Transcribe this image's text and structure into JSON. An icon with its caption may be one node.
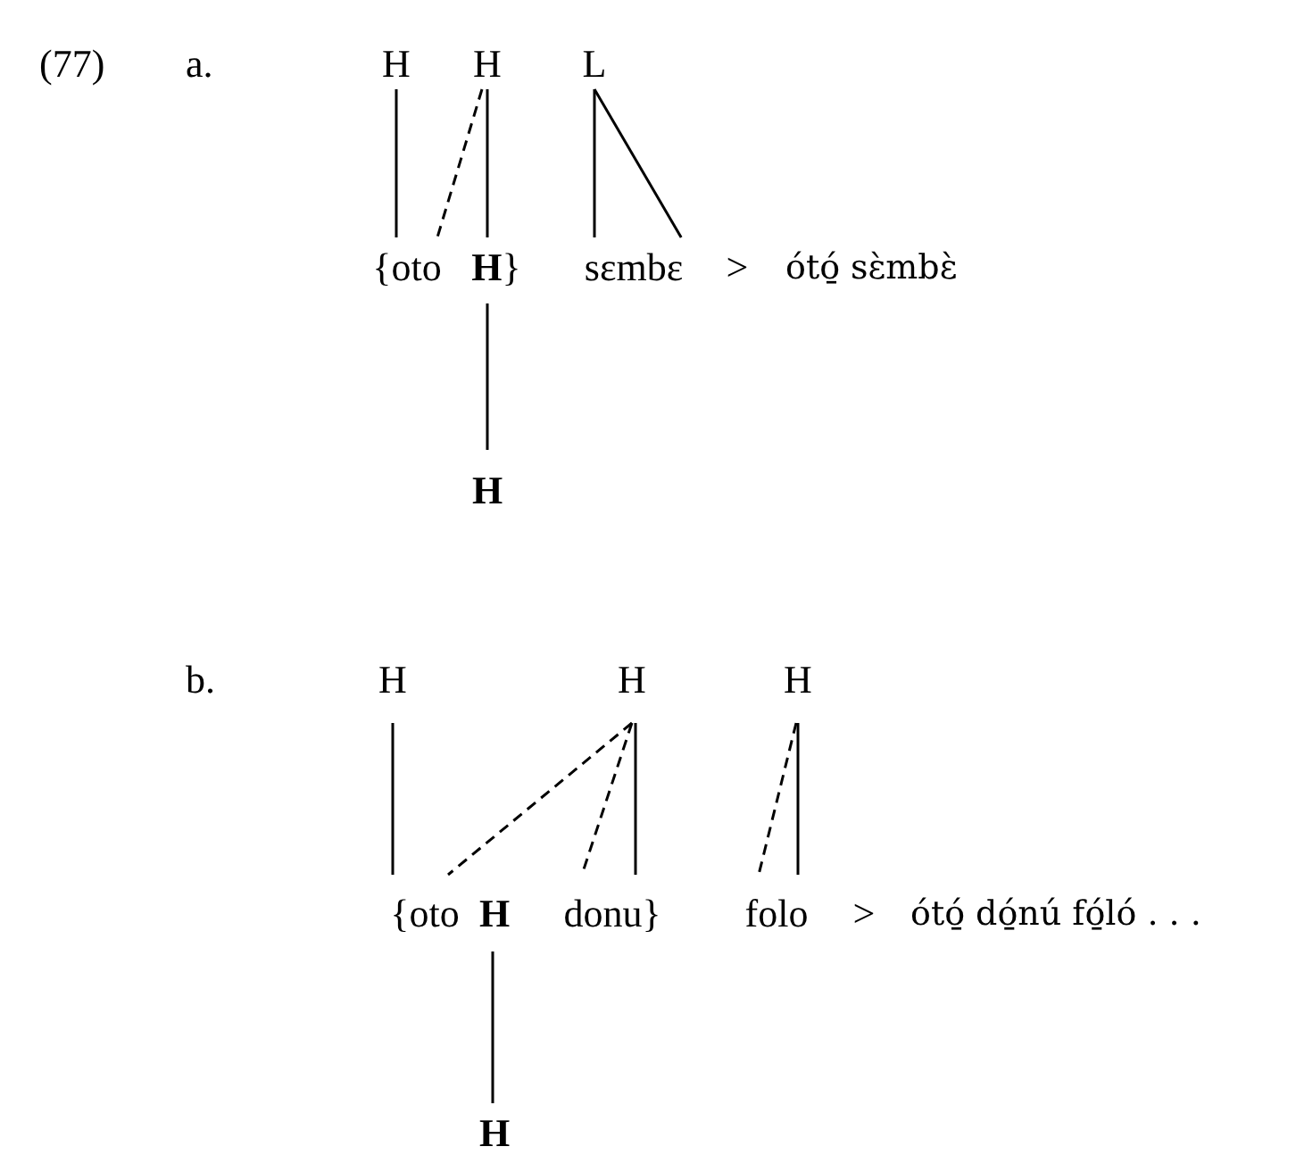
{
  "diagram": {
    "nodes": [
      {
        "text": [
          "H"
        ]
      },
      {
        "text": [
          "H"
        ]
      },
      {
        "text": [
          "L"
        ]
      },
      {
        "text": [
          "{oto"
        ]
      },
      {
        "text": [
          "**H**}"
        ]
      },
      {
        "text": [
          "sɛmbɛ"
        ]
      },
      {
        "text": [
          "H"
        ]
      },
      {
        "text": [
          "H"
        ]
      },
      {
        "text": [
          "H"
        ]
      },
      {
        "text": [
          "H"
        ]
      },
      {
        "text": [
          "{oto"
        ]
      },
      {
        "text": [
          "H"
        ]
      },
      {
        "text": [
          "donu}"
        ]
      },
      {
        "text": [
          "folo"
        ]
      },
      {
        "text": [
          "H"
        ]
      }
    ],
    "edges": [
      {
        "from": 0,
        "to": 3,
        "arrow": "none"
      },
      {
        "from": 1,
        "to": 3,
        "arrow": "none",
        "style": "dashed"
      },
      {
        "from": 1,
        "to": 4,
        "arrow": "none"
      },
      {
        "from": 2,
        "to": 5,
        "arrow": "none"
      },
      {
        "from": 2,
        "to": 5,
        "arrow": "none"
      },
      {
        "from": 4,
        "to": 6,
        "arrow": "none"
      },
      {
        "from": 7,
        "to": 10,
        "arrow": "none"
      },
      {
        "from": 8,
        "to": 10,
        "arrow": "none",
        "style": "dashed"
      },
      {
        "from": 8,
        "to": 12,
        "arrow": "none",
        "style": "dashed"
      },
      {
        "from": 8,
        "to": 12,
        "arrow": "none"
      },
      {
        "from": 9,
        "to": 13,
        "arrow": "none",
        "style": "dashed"
      },
      {
        "from": 9,
        "to": 13,
        "arrow": "none"
      },
      {
        "from": 11,
        "to": 14,
        "arrow": "none"
      }
    ],
    "labels": [
      "(77)",
      "a.",
      ">",
      "ótó̱ sɛ̀mbɛ̀",
      "b.",
      ">",
      "ótó̱ dó̱nú fó̱ló . . ."
    ]
  }
}
